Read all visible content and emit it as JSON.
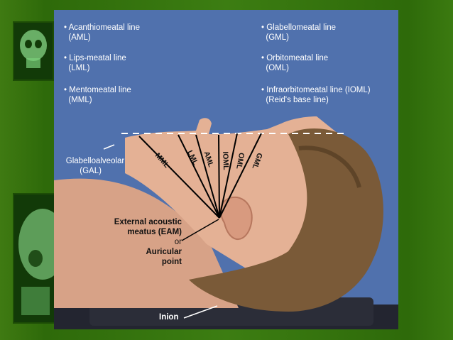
{
  "bullets_left": [
    {
      "name": "Acanthiomeatal line",
      "abbr": "(AML)"
    },
    {
      "name": "Lips-meatal line",
      "abbr": "(LML)"
    },
    {
      "name": "Mentomeatal line",
      "abbr": "(MML)"
    }
  ],
  "bullets_right": [
    {
      "name": "Glabellomeatal line",
      "abbr": "(GML)"
    },
    {
      "name": "Orbitomeatal line",
      "abbr": "(OML)"
    },
    {
      "name": "Infraorbitomeatal line (IOML)",
      "abbr": "(Reid's base line)"
    }
  ],
  "line_labels": [
    "MML",
    "LML",
    "AML",
    "IOML",
    "OML",
    "GML"
  ],
  "gal_label": {
    "line1": "Glabelloalveolar",
    "line2": "(GAL)"
  },
  "eam_label": {
    "line1": "External acoustic",
    "line2": "meatus (EAM)",
    "line3": "or",
    "line4": "Auricular",
    "line5": "point"
  },
  "inion_label": "Inion",
  "colors": {
    "background": "#3a7a10",
    "photo_bg": "#5071ad",
    "skin": "#e8b89a",
    "hair": "#7a5a38"
  }
}
